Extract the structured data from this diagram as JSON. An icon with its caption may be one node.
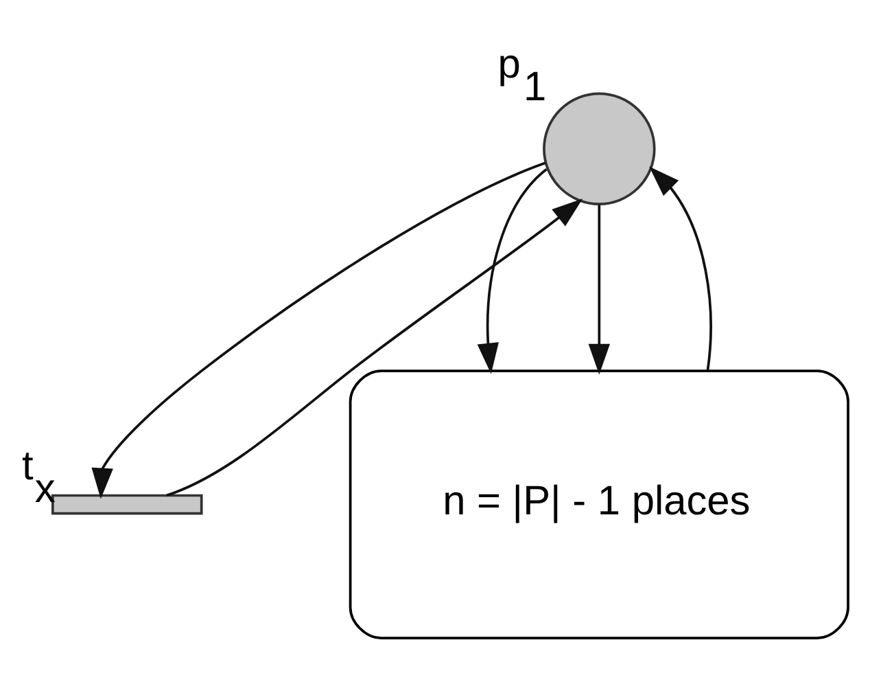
{
  "diagram": {
    "nodes": [
      {
        "text": [],
        "shape": "circle",
        "beside": [
          "p$_{1}$"
        ]
      },
      {
        "text": [],
        "shape": "bar",
        "beside": [
          "t$_{x}$"
        ]
      },
      {
        "text": [
          "n = |P| - 1 places"
        ]
      }
    ],
    "edges": [
      {
        "from": 0,
        "to": 1,
        "arrow": "to"
      },
      {
        "from": 1,
        "to": 0,
        "arrow": "to"
      },
      {
        "from": 0,
        "to": 2,
        "arrow": "to"
      },
      {
        "from": 0,
        "to": 2,
        "arrow": "to"
      },
      {
        "from": 2,
        "to": 0,
        "arrow": "to"
      }
    ]
  }
}
